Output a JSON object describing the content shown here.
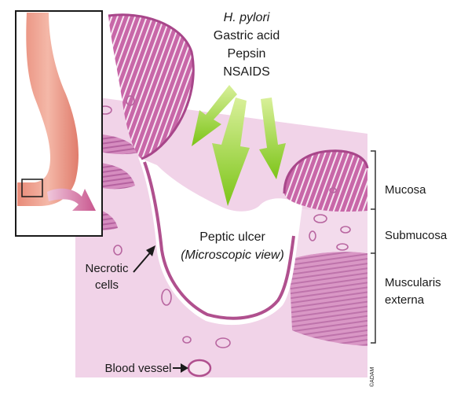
{
  "causes": [
    "H. pylori",
    "Gastric acid",
    "Pepsin",
    "NSAIDS"
  ],
  "center_label": {
    "line1": "Peptic ulcer",
    "line2": "(Microscopic view)"
  },
  "necrotic_label": {
    "line1": "Necrotic",
    "line2": "cells"
  },
  "blood_vessel_label": "Blood vessel",
  "layers": {
    "mucosa": "Mucosa",
    "submucosa": "Submucosa",
    "muscularis_line1": "Muscularis",
    "muscularis_line2": "externa"
  },
  "credit": "©ADAM",
  "colors": {
    "mucosa": "#c05aa0",
    "tissue": "#ecc6e0",
    "muscle": "#c878b0",
    "arrow_green": "#8ccc2a",
    "inset_arrow": "#c8568e"
  }
}
